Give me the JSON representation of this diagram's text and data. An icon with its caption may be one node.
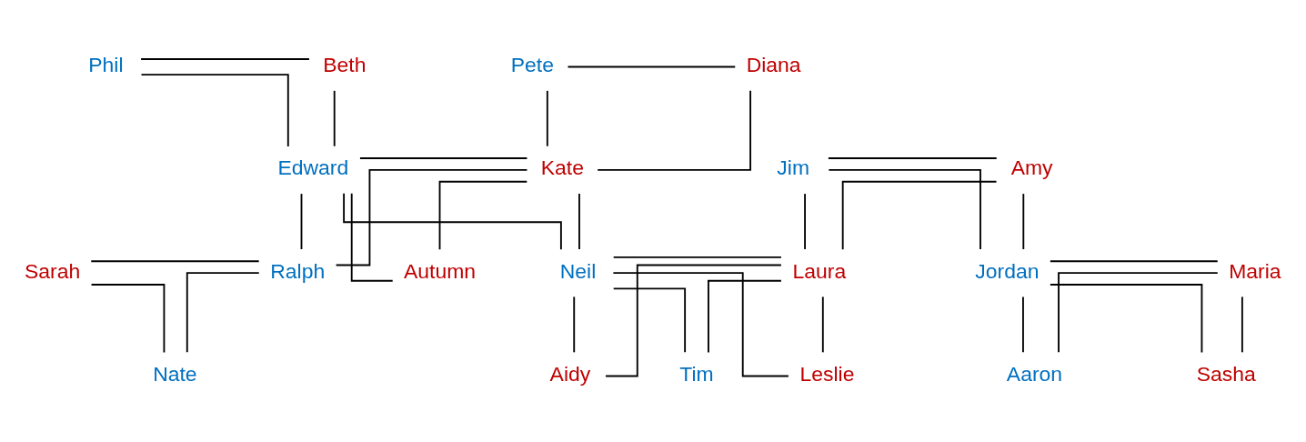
{
  "diagram": {
    "nodes": [
      {
        "text": [
          "Phil"
        ]
      },
      {
        "text": [
          "Beth"
        ]
      },
      {
        "text": [
          "Pete"
        ]
      },
      {
        "text": [
          "Diana"
        ]
      },
      {
        "text": [
          "Edward"
        ]
      },
      {
        "text": [
          "Kate"
        ]
      },
      {
        "text": [
          "Jim"
        ]
      },
      {
        "text": [
          "Amy"
        ]
      },
      {
        "text": [
          "Sarah"
        ]
      },
      {
        "text": [
          "Ralph"
        ]
      },
      {
        "text": [
          "Autumn"
        ]
      },
      {
        "text": [
          "Neil"
        ]
      },
      {
        "text": [
          "Laura"
        ]
      },
      {
        "text": [
          "Jordan"
        ]
      },
      {
        "text": [
          "Maria"
        ]
      },
      {
        "text": [
          "Nate"
        ]
      },
      {
        "text": [
          "Aidy"
        ]
      },
      {
        "text": [
          "Tim"
        ]
      },
      {
        "text": [
          "Leslie"
        ]
      },
      {
        "text": [
          "Aaron"
        ]
      },
      {
        "text": [
          "Sasha"
        ]
      }
    ],
    "edges": [
      {
        "from": 0,
        "to": 1,
        "arrow": "none"
      },
      {
        "from": 0,
        "to": 4,
        "arrow": "none"
      },
      {
        "from": 1,
        "to": 4,
        "arrow": "none"
      },
      {
        "from": 2,
        "to": 3,
        "arrow": "none"
      },
      {
        "from": 2,
        "to": 5,
        "arrow": "none"
      },
      {
        "from": 3,
        "to": 5,
        "arrow": "none"
      },
      {
        "from": 4,
        "to": 5,
        "arrow": "none"
      },
      {
        "from": 4,
        "to": 9,
        "arrow": "none"
      },
      {
        "from": 5,
        "to": 9,
        "arrow": "none"
      },
      {
        "from": 4,
        "to": 10,
        "arrow": "none"
      },
      {
        "from": 5,
        "to": 10,
        "arrow": "none"
      },
      {
        "from": 4,
        "to": 11,
        "arrow": "none"
      },
      {
        "from": 5,
        "to": 11,
        "arrow": "none"
      },
      {
        "from": 6,
        "to": 7,
        "arrow": "none"
      },
      {
        "from": 6,
        "to": 12,
        "arrow": "none"
      },
      {
        "from": 7,
        "to": 12,
        "arrow": "none"
      },
      {
        "from": 6,
        "to": 13,
        "arrow": "none"
      },
      {
        "from": 7,
        "to": 13,
        "arrow": "none"
      },
      {
        "from": 8,
        "to": 9,
        "arrow": "none"
      },
      {
        "from": 8,
        "to": 15,
        "arrow": "none"
      },
      {
        "from": 9,
        "to": 15,
        "arrow": "none"
      },
      {
        "from": 11,
        "to": 12,
        "arrow": "none"
      },
      {
        "from": 11,
        "to": 16,
        "arrow": "none"
      },
      {
        "from": 12,
        "to": 16,
        "arrow": "none"
      },
      {
        "from": 11,
        "to": 17,
        "arrow": "none"
      },
      {
        "from": 12,
        "to": 17,
        "arrow": "none"
      },
      {
        "from": 11,
        "to": 18,
        "arrow": "none"
      },
      {
        "from": 12,
        "to": 18,
        "arrow": "none"
      },
      {
        "from": 13,
        "to": 14,
        "arrow": "none"
      },
      {
        "from": 13,
        "to": 19,
        "arrow": "none"
      },
      {
        "from": 14,
        "to": 19,
        "arrow": "none"
      },
      {
        "from": 13,
        "to": 20,
        "arrow": "none"
      },
      {
        "from": 14,
        "to": 20,
        "arrow": "none"
      }
    ]
  }
}
